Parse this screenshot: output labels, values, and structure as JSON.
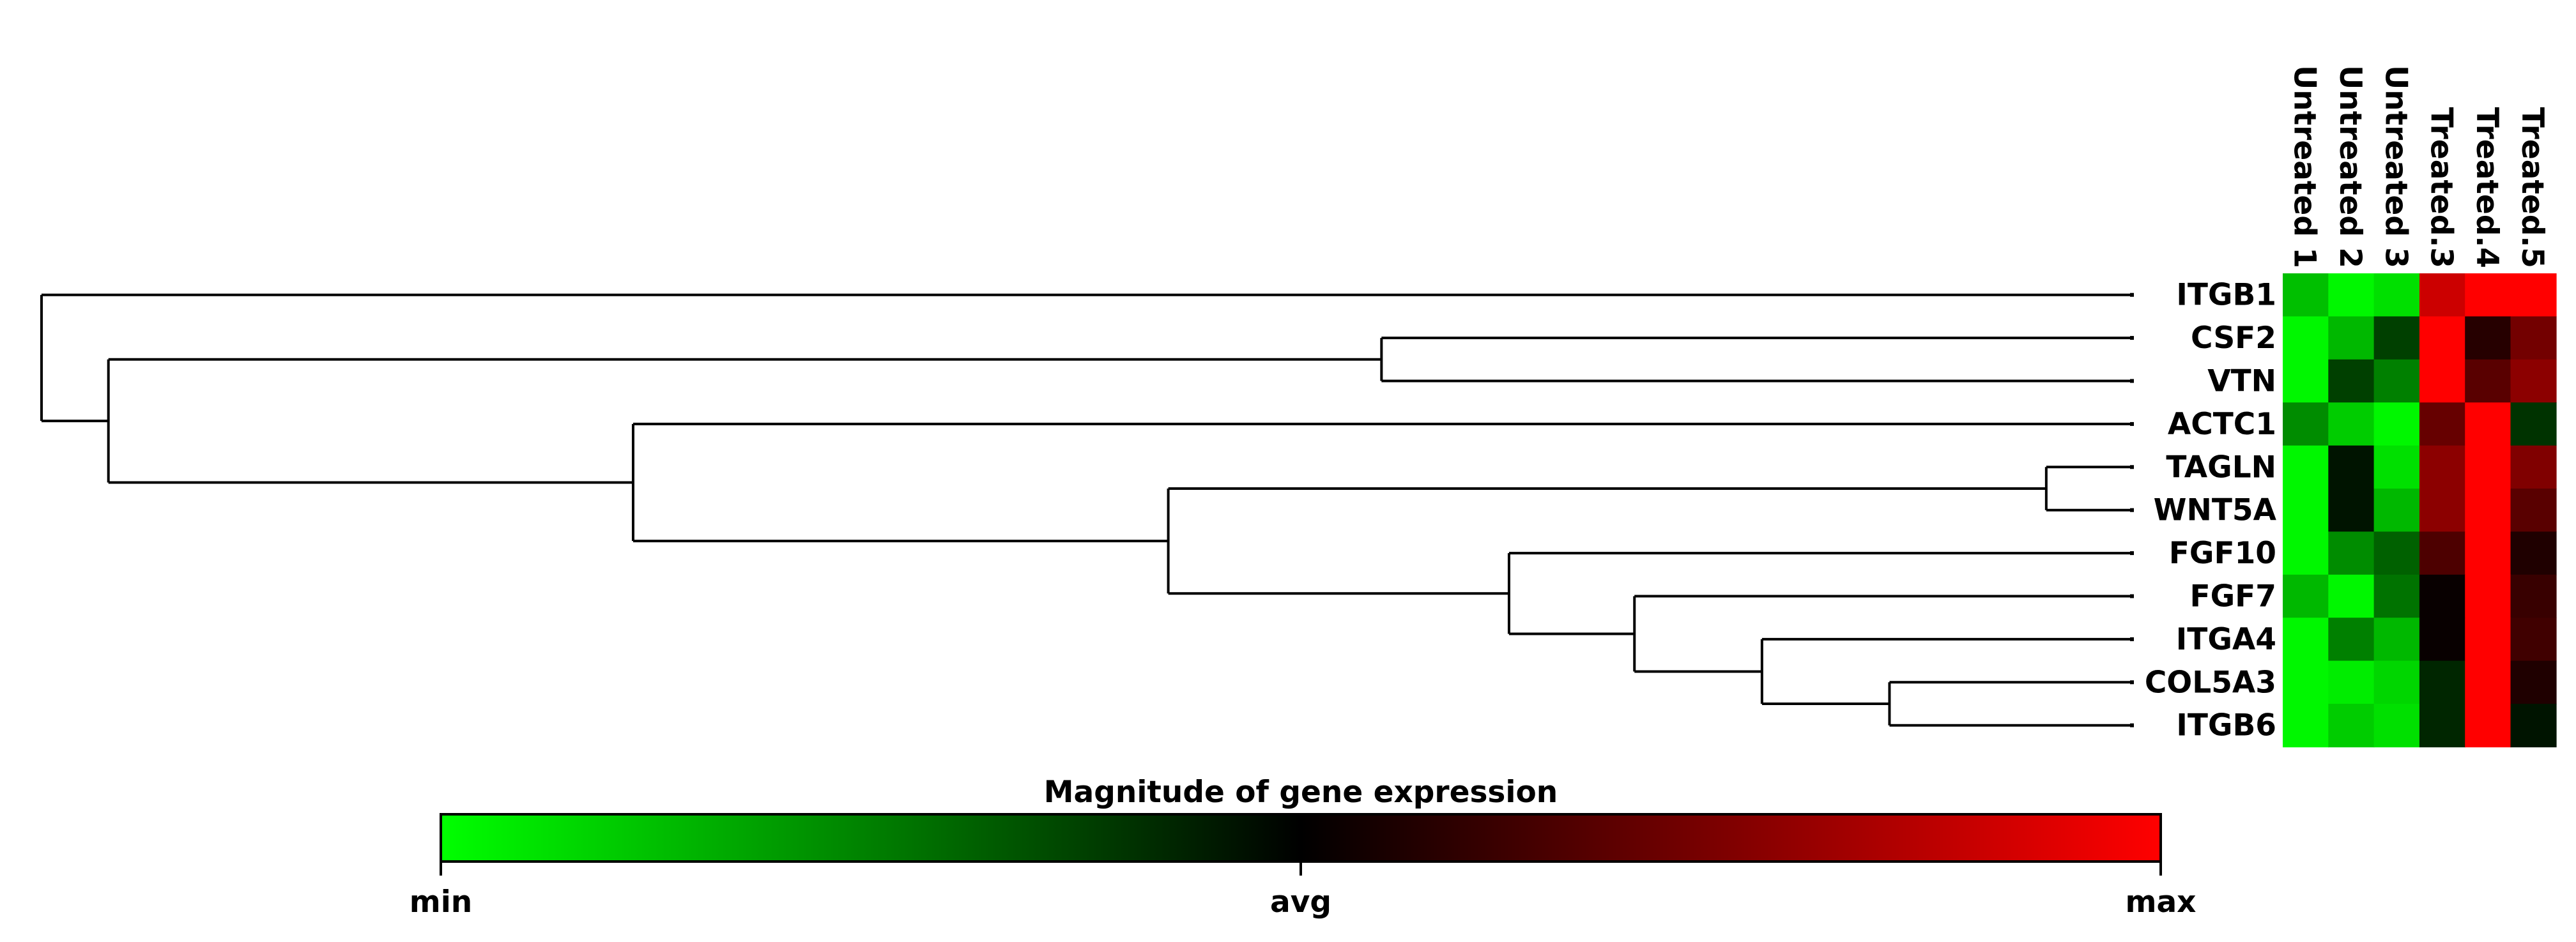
{
  "chart_data": {
    "type": "heatmap",
    "legend": {
      "title": "Magnitude of gene expression",
      "ticks": [
        "min",
        "avg",
        "max"
      ],
      "min_color": "#00ff00",
      "mid_color": "#000000",
      "max_color": "#ff0000"
    },
    "columns": [
      "Untreated 1",
      "Untreated 2",
      "Untreated 3",
      "Treated.3",
      "Treated.4",
      "Treated.5"
    ],
    "rows": [
      "ITGB1",
      "CSF2",
      "VTN",
      "ACTC1",
      "TAGLN",
      "WNT5A",
      "FGF10",
      "FGF7",
      "ITGA4",
      "COL5A3",
      "ITGB6"
    ],
    "values": [
      [
        -0.75,
        -0.97,
        -0.88,
        0.8,
        1.0,
        1.0
      ],
      [
        -0.97,
        -0.72,
        -0.25,
        1.0,
        0.15,
        0.45
      ],
      [
        -0.97,
        -0.25,
        -0.5,
        1.0,
        0.35,
        0.55
      ],
      [
        -0.55,
        -0.8,
        -0.97,
        0.4,
        1.0,
        -0.2
      ],
      [
        -0.97,
        -0.08,
        -0.88,
        0.55,
        1.0,
        0.5
      ],
      [
        -0.97,
        -0.08,
        -0.72,
        0.55,
        1.0,
        0.35
      ],
      [
        -0.97,
        -0.55,
        -0.38,
        0.3,
        1.0,
        0.12
      ],
      [
        -0.72,
        -0.97,
        -0.45,
        0.03,
        1.0,
        0.22
      ],
      [
        -0.97,
        -0.5,
        -0.72,
        0.03,
        1.0,
        0.25
      ],
      [
        -0.97,
        -0.93,
        -0.84,
        -0.15,
        1.0,
        0.12
      ],
      [
        -0.97,
        -0.8,
        -0.88,
        -0.15,
        1.0,
        -0.08
      ]
    ],
    "dendrogram": {
      "nodes": [
        {
          "id": "n1",
          "left": "COL5A3",
          "right": "ITGB6",
          "height": 0.116
        },
        {
          "id": "n2",
          "left": "ITGA4",
          "right": "n1",
          "height": 0.177
        },
        {
          "id": "n3",
          "left": "FGF7",
          "right": "n2",
          "height": 0.238
        },
        {
          "id": "n4",
          "left": "TAGLN",
          "right": "WNT5A",
          "height": 0.041
        },
        {
          "id": "n5",
          "left": "FGF10",
          "right": "n3",
          "height": 0.298
        },
        {
          "id": "n6",
          "left": "n4",
          "right": "n5",
          "height": 0.461
        },
        {
          "id": "n7",
          "left": "CSF2",
          "right": "VTN",
          "height": 0.359
        },
        {
          "id": "n8",
          "left": "ACTC1",
          "right": "n6",
          "height": 0.717
        },
        {
          "id": "n9",
          "left": "n7",
          "right": "n8",
          "height": 0.968
        },
        {
          "id": "n10",
          "left": "ITGB1",
          "right": "n9",
          "height": 1.0
        }
      ]
    }
  }
}
